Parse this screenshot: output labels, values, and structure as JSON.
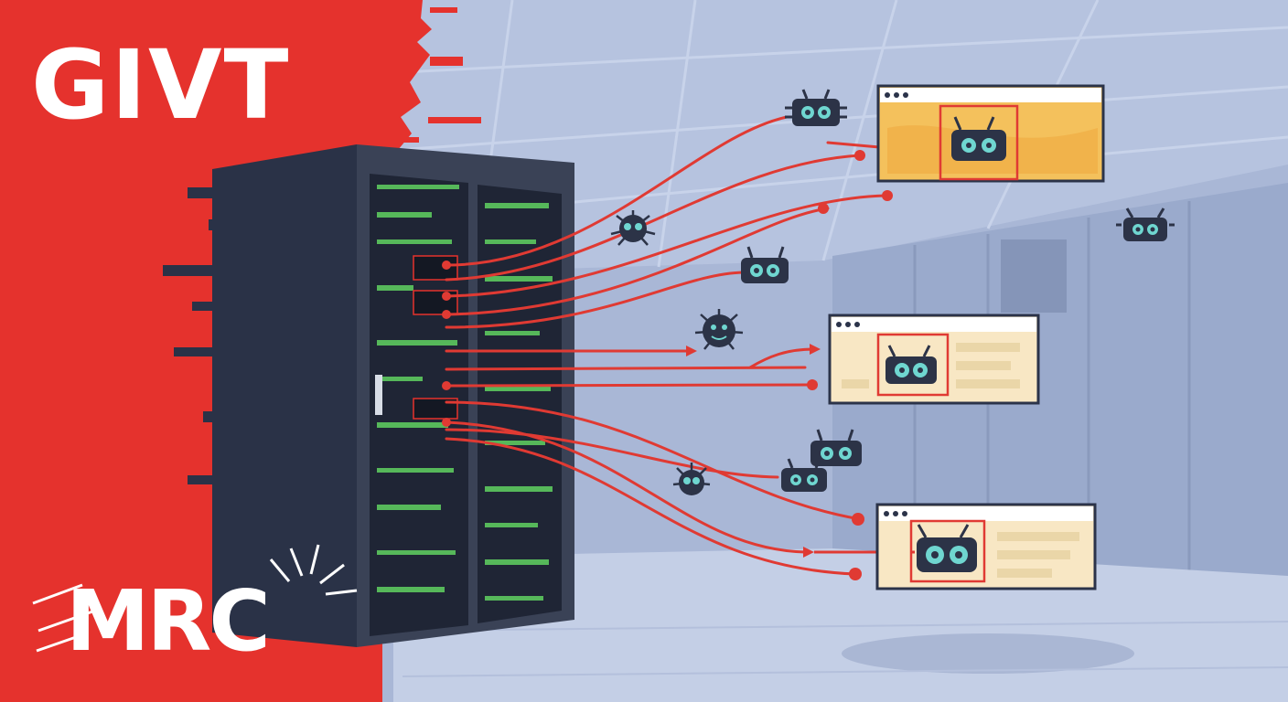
{
  "headline_top": "GIVT",
  "headline_bottom": "MRC",
  "colors": {
    "brand_red": "#e5322d",
    "room_blue": "#a9b7d6",
    "rack_navy": "#2b3349",
    "led_green": "#56b85a",
    "bot_navy": "#2c3347",
    "bot_eye": "#6fd6d0",
    "panel_orange": "#f4c15c",
    "panel_cream": "#f8e7c4"
  },
  "icons": {
    "server": "server-rack-icon",
    "robot": "robot-bot-icon",
    "virus": "virus-bug-icon",
    "window": "browser-window-icon",
    "traffic": "traffic-arrow"
  }
}
